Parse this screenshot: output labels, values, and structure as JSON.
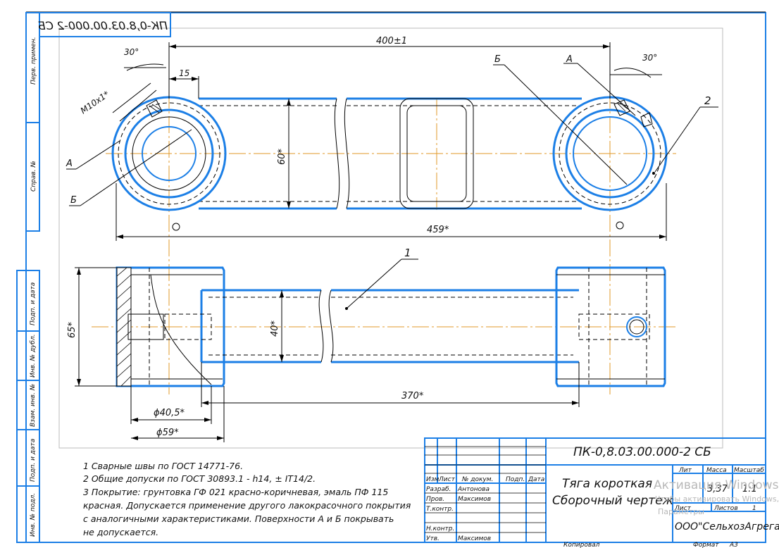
{
  "drawing": {
    "designation": "ПК-0,8.03.00.000-2 СБ",
    "designation_mirrored": "ПК-0,8.03.00.000-2 СБ",
    "part_name": "Тяга короткая",
    "doc_type": "Сборочный чертеж",
    "organization": "ООО\"СельхозАгрегат\"",
    "mass": "3,37",
    "scale": "1:1",
    "sheets_label": "Листов",
    "sheets_value": "1",
    "sheet_label": "Лист",
    "copied_label": "Копировал",
    "format_label": "Формат",
    "format_value": "А3"
  },
  "title_block_headers": {
    "lit": "Лит",
    "massa": "Масса",
    "masshtab": "Масштаб",
    "izm": "Изм",
    "list": "Лист",
    "doc_no": "№ докум.",
    "sign": "Подп.",
    "date": "Дата"
  },
  "title_block_rows": [
    {
      "role": "Разраб.",
      "name": "Антонова"
    },
    {
      "role": "Пров.",
      "name": "Максимов"
    },
    {
      "role": "Т.контр.",
      "name": ""
    },
    {
      "role": "Н.контр.",
      "name": ""
    },
    {
      "role": "Утв.",
      "name": "Максимов"
    }
  ],
  "side_stamps": {
    "perv_primen": "Перв. примен.",
    "sprav_no": "Справ. №",
    "podp_data_1": "Подп. и дата",
    "inv_dubl": "Инв. № дубл.",
    "vzam_inv": "Взам. инв. №",
    "podp_data_2": "Подп. и дата",
    "inv_podl": "Инв. № подл."
  },
  "dimensions": {
    "length_main": "400±1",
    "length_overall": "459*",
    "height_60": "60*",
    "offset_15": "15",
    "angle_left": "30°",
    "angle_right": "30°",
    "thread": "М10х1*",
    "height_65": "65*",
    "height_40": "40*",
    "length_370": "370*",
    "dia_40_5": "ϕ40,5*",
    "dia_59": "ϕ59*"
  },
  "leaders": {
    "a_left": "А",
    "b_left": "Б",
    "a_right": "А",
    "b_right": "Б",
    "pos_1": "1",
    "pos_2": "2"
  },
  "notes": [
    "1 Сварные швы по ГОСТ 14771-76.",
    "2 Общие допуски по ГОСТ 30893.1 -  h14, ± IT14/2.",
    "3 Покрытие: грунтовка ГФ 021 красно-коричневая, эмаль ПФ 115",
    "красная. Допускается применение другого лакокрасочного покрытия",
    "с аналогичными характеристиками. Поверхности А и Б покрывать",
    "не допускается."
  ],
  "watermark": {
    "line1": "Активация Windows",
    "line2": "Чтобы активировать Windows, перейдите в раздел",
    "line3": "Параметры"
  }
}
